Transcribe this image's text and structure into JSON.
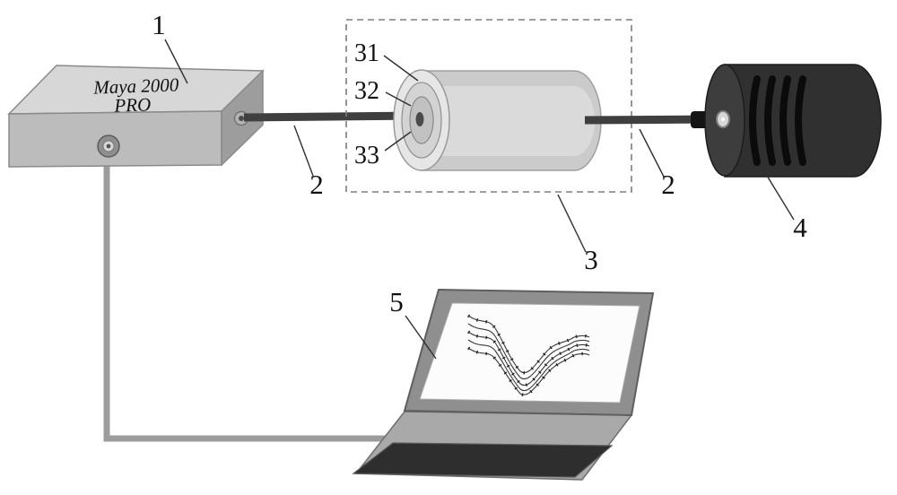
{
  "figure": {
    "device_text": {
      "line1": "Maya 2000",
      "line2": "PRO"
    },
    "labels": {
      "spectrometer": "1",
      "fiber_left": "2",
      "fiber_right": "2",
      "sample_cell": "3",
      "cell_layer_outer": "31",
      "cell_layer_middle": "32",
      "cell_layer_inner": "33",
      "light_source": "4",
      "laptop": "5"
    },
    "colors": {
      "box_top": "#d7d7d7",
      "box_front": "#bcbcbc",
      "box_side": "#9d9d9d",
      "fiber": "#3f3f3f",
      "cell_body": "#cbcbcb",
      "cell_face": "#e6e6e6",
      "source_body": "#303030",
      "cable": "#9c9c9c",
      "screen": "#fcfcfc",
      "base": "#a9a9a9",
      "panel": "#2e2e2e",
      "dashed_border": "#7d7d7d"
    }
  }
}
